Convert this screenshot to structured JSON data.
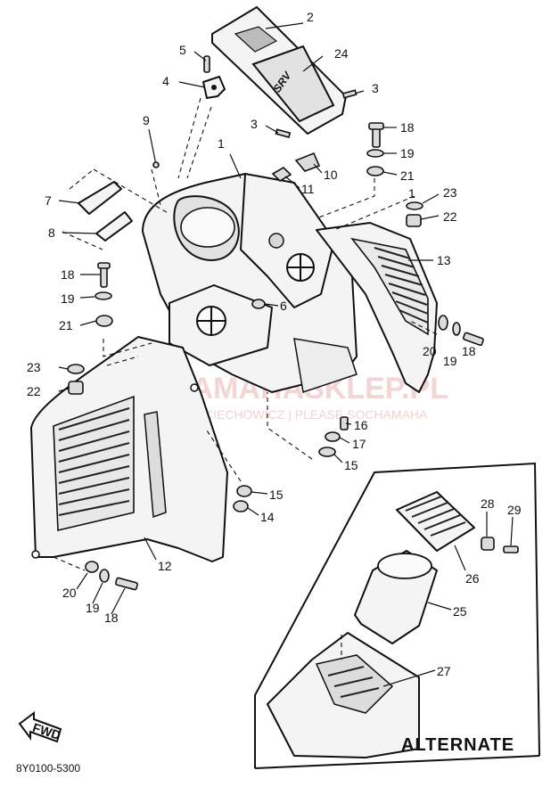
{
  "diagram": {
    "callouts": [
      {
        "id": "c2",
        "text": "2"
      },
      {
        "id": "c24",
        "text": "24"
      },
      {
        "id": "c5",
        "text": "5"
      },
      {
        "id": "c4",
        "text": "4"
      },
      {
        "id": "c3a",
        "text": "3"
      },
      {
        "id": "c3b",
        "text": "3"
      },
      {
        "id": "c9",
        "text": "9"
      },
      {
        "id": "c1a",
        "text": "1"
      },
      {
        "id": "c10",
        "text": "10"
      },
      {
        "id": "c11",
        "text": "11"
      },
      {
        "id": "c18a",
        "text": "18"
      },
      {
        "id": "c19a",
        "text": "19"
      },
      {
        "id": "c21a",
        "text": "21"
      },
      {
        "id": "c1b",
        "text": "1"
      },
      {
        "id": "c23a",
        "text": "23"
      },
      {
        "id": "c22a",
        "text": "22"
      },
      {
        "id": "c13",
        "text": "13"
      },
      {
        "id": "c7",
        "text": "7"
      },
      {
        "id": "c8",
        "text": "8"
      },
      {
        "id": "c18b",
        "text": "18"
      },
      {
        "id": "c19b",
        "text": "19"
      },
      {
        "id": "c6",
        "text": "6"
      },
      {
        "id": "c21b",
        "text": "21"
      },
      {
        "id": "c20a",
        "text": "20"
      },
      {
        "id": "c19c",
        "text": "19"
      },
      {
        "id": "c18c",
        "text": "18"
      },
      {
        "id": "c23b",
        "text": "23"
      },
      {
        "id": "c22b",
        "text": "22"
      },
      {
        "id": "c16",
        "text": "16"
      },
      {
        "id": "c17",
        "text": "17"
      },
      {
        "id": "c15a",
        "text": "15"
      },
      {
        "id": "c15b",
        "text": "15"
      },
      {
        "id": "c14",
        "text": "14"
      },
      {
        "id": "c12",
        "text": "12"
      },
      {
        "id": "c20b",
        "text": "20"
      },
      {
        "id": "c19d",
        "text": "19"
      },
      {
        "id": "c18d",
        "text": "18"
      },
      {
        "id": "c28",
        "text": "28"
      },
      {
        "id": "c29",
        "text": "29"
      },
      {
        "id": "c26",
        "text": "26"
      },
      {
        "id": "c25",
        "text": "25"
      },
      {
        "id": "c27",
        "text": "27"
      }
    ],
    "alternate_label": "ALTERNATE",
    "fwd_label": "FWD",
    "drawing_code": "8Y0100-5300",
    "watermark": {
      "main": "YAMAHASKLEP.PL",
      "sub": "WOJCIECHOWICZ | PLEASE SOCHAMAHA"
    },
    "cover_emblem": "SRV"
  }
}
